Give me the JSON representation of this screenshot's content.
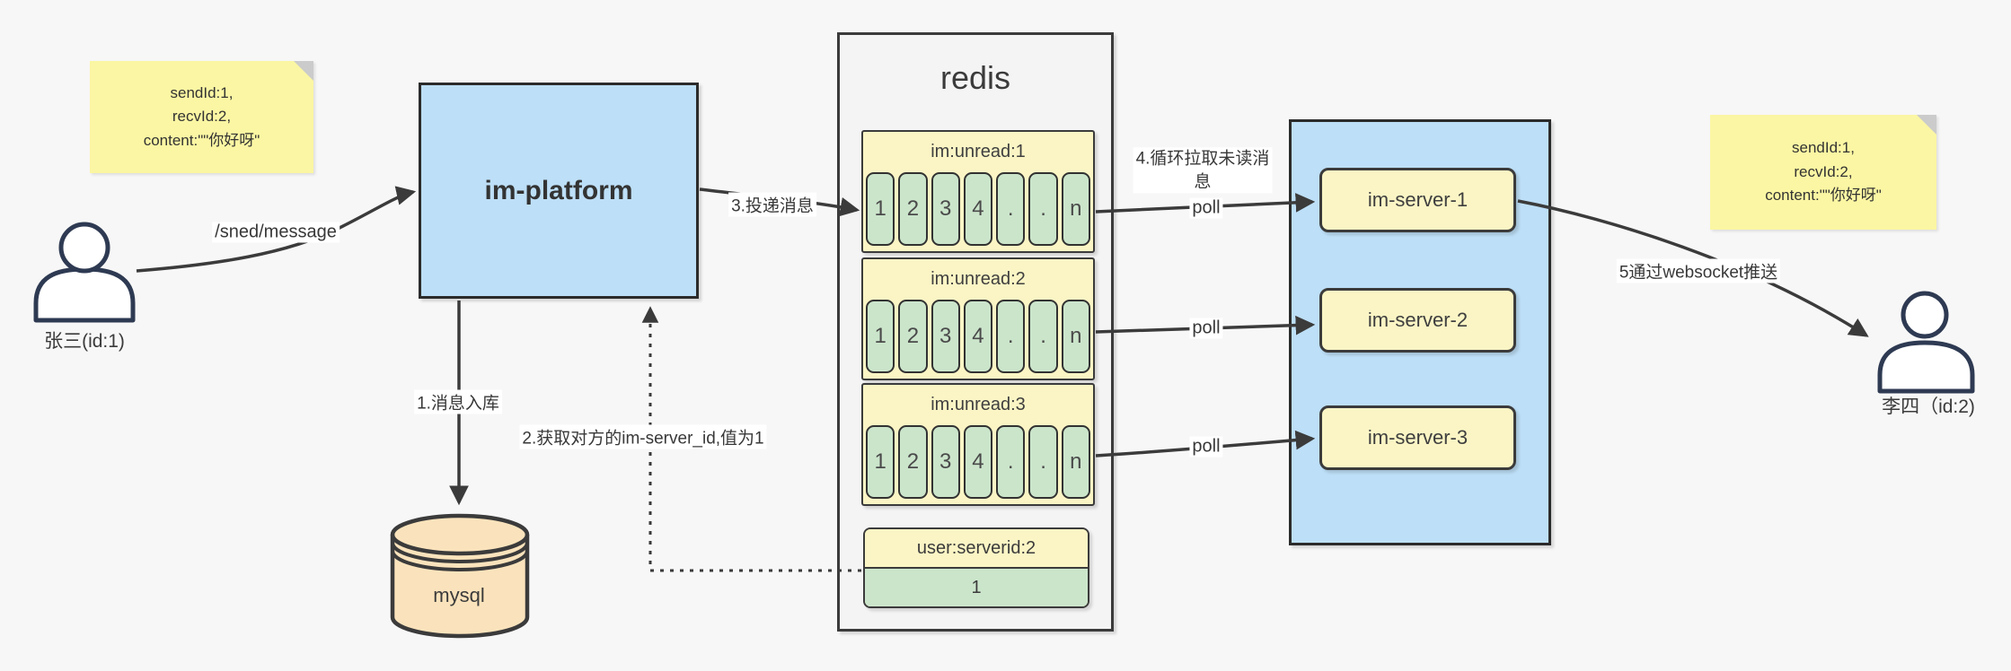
{
  "note_left": {
    "line1": "sendId:1,",
    "line2": "recvId:2,",
    "line3": "content:\"\"你好呀\""
  },
  "note_right": {
    "line1": "sendId:1,",
    "line2": "recvId:2,",
    "line3": "content:\"\"你好呀\""
  },
  "sender": {
    "label": "张三(id:1)"
  },
  "receiver": {
    "label": "李四（id:2)"
  },
  "platform": {
    "label": "im-platform"
  },
  "database": {
    "label": "mysql"
  },
  "redis": {
    "title": "redis",
    "queues": [
      {
        "name": "im:unread:1",
        "cells": [
          "1",
          "2",
          "3",
          "4",
          ".",
          ".",
          "n"
        ]
      },
      {
        "name": "im:unread:2",
        "cells": [
          "1",
          "2",
          "3",
          "4",
          ".",
          ".",
          "n"
        ]
      },
      {
        "name": "im:unread:3",
        "cells": [
          "1",
          "2",
          "3",
          "4",
          ".",
          ".",
          "n"
        ]
      }
    ],
    "kv": {
      "key": "user:serverid:2",
      "value": "1"
    }
  },
  "servers": [
    {
      "label": "im-server-1"
    },
    {
      "label": "im-server-2"
    },
    {
      "label": "im-server-3"
    }
  ],
  "labels": {
    "send_api": "/sned/message",
    "step1": "1.消息入库",
    "step2": "2.获取对方的im-server_id,值为1",
    "step3": "3.投递消息",
    "step4": "4.循环拉取未读消\n息",
    "poll": "poll",
    "step5": "5通过websocket推送"
  },
  "colors": {
    "background": "#F7F7F7",
    "note_yellow": "#FBF6A3",
    "box_blue": "#BDDFF7",
    "queue_yellow": "#FBF5C5",
    "cell_green": "#CBE5CB",
    "mysql_peach": "#FAE3BC",
    "stroke_dark": "#3B3B3B",
    "actor_navy": "#2E3A52"
  }
}
